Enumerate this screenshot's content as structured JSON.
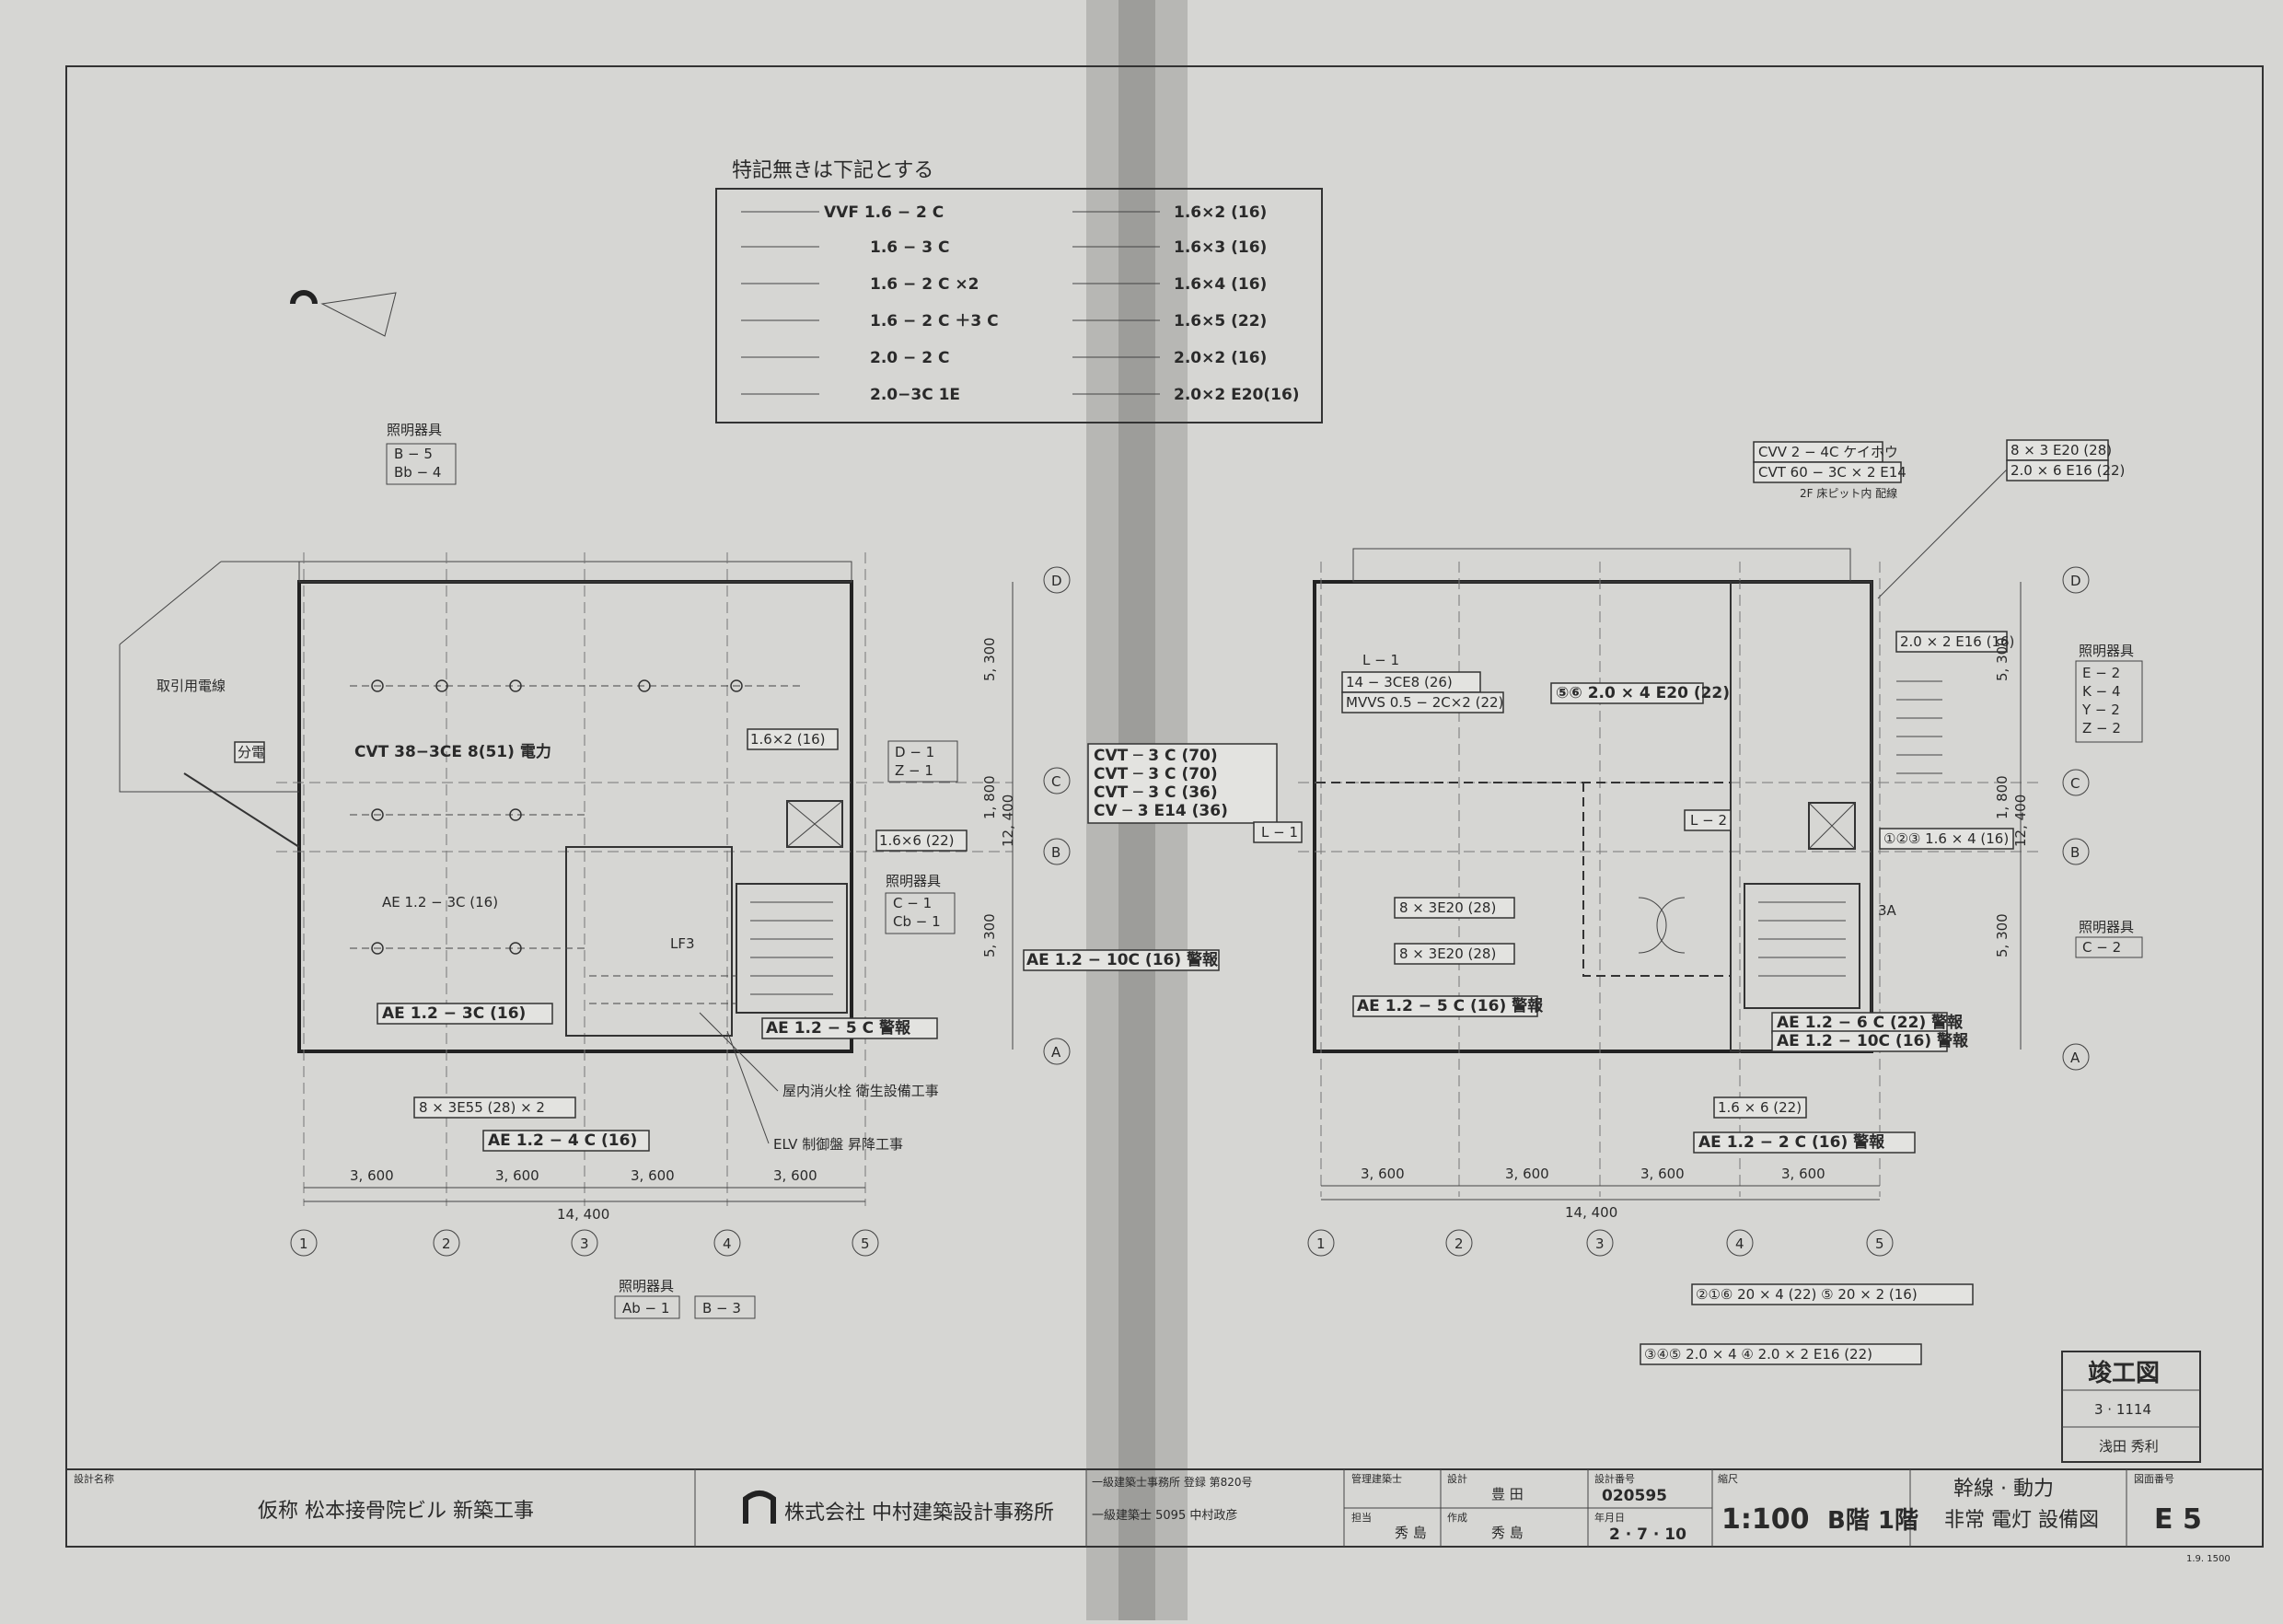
{
  "legend": {
    "title": "特記無きは下記とする",
    "left": [
      "VVF 1.6 − 2 C",
      "1.6 − 3 C",
      "1.6 − 2 C ×2",
      "1.6 − 2 C ＋3 C",
      "2.0 − 2 C",
      "2.0−3C 1E"
    ],
    "right": [
      "1.6×2 (16)",
      "1.6×3 (16)",
      "1.6×4 (16)",
      "1.6×5 (22)",
      "2.0×2 (16)",
      "2.0×2 E20(16)"
    ]
  },
  "left_plan": {
    "fixture_head_1": "照明器具",
    "fixtures_1": [
      "B − 5",
      "Bb − 4"
    ],
    "fixture_head_2": "照明器具",
    "fixtures_2": [
      "C − 1",
      "Cb − 1"
    ],
    "fixtures_3": [
      "D − 1",
      "Z − 1"
    ],
    "fixture_head_3": "照明器具",
    "fixtures_4": [
      "Ab − 1",
      "B − 3"
    ],
    "labels": {
      "hikikomi": "取引用電線",
      "cvt": "CVT 38−3CE 8(51) 電力",
      "wire16x2": "1.6×2 (16)",
      "wire16x6": "1.6×6 (22)",
      "ae1": "AE 1.2 − 3C (16)",
      "ae2": "AE 1.2 − 3C (16)",
      "ae3": "AE 1.2 − 10C (16) 警報",
      "ae4": "AE 1.2 − 5 C 警報",
      "ae5": "AE 1.2 − 4 C (16)",
      "w8x3": "8 × 3E55 (28) × 2",
      "note1": "屋内消火栓 衛生設備工事",
      "note2": "ELV 制御盤 昇降工事",
      "lf3": "LF3",
      "panel": "分電"
    },
    "dims": [
      "3, 600",
      "3, 600",
      "3, 600",
      "3, 600"
    ],
    "total": "14, 400",
    "rdims": [
      "5, 300",
      "1, 800",
      "5, 300",
      "12, 400"
    ]
  },
  "middle_boxes": [
    "CVT ─ 3 C (70)",
    "CVT ─ 3 C (70)",
    "CVT ─ 3 C (36)",
    "CV ─ 3 E14 (36)"
  ],
  "right_plan": {
    "cvv": "CVV 2 − 4C ケイホウ",
    "cvt2": "CVT 60 − 3C × 2 E14",
    "note_small": "2F 床ピット内 配線",
    "top_r1": "8 × 3 E20 (28)",
    "top_r2": "2.0 × 6 E16 (22)",
    "l1": "L − 1",
    "l1b": "L − 1",
    "l2": "L − 2",
    "w14": "14 − 3CE8 (26)",
    "mvvs": "MVVS 0.5 − 2C×2 (22)",
    "w56": "⑤⑥ 2.0 × 4 E20 (22)",
    "w20x2": "2.0 × 2 E16 (16)",
    "w8a": "8 × 3E20 (28)",
    "w8b": "8 × 3E20 (28)",
    "w123": "①②③ 1.6 × 4 (16)",
    "ae_a": "AE 1.2 − 5 C (16) 警報",
    "ae_b": "AE 1.2 − 6 C (22) 警報",
    "ae_c": "AE 1.2 − 10C (16) 警報",
    "ae_d": "AE 1.2 − 2 C (16) 警報",
    "w16x6": "1.6 × 6 (22)",
    "fixture_head": "照明器具",
    "fixtures": [
      "E − 2",
      "K − 4",
      "Y − 2",
      "Z − 2"
    ],
    "fixture_head_b": "照明器具",
    "fixtures_b": [
      "C − 2"
    ],
    "note3a": "3A",
    "dims": [
      "3, 600",
      "3, 600",
      "3, 600",
      "3, 600"
    ],
    "total": "14, 400",
    "rdims": [
      "5, 300",
      "1, 800",
      "5, 300",
      "12, 400"
    ],
    "box1": "②①⑥ 20 × 4 (22) ⑤ 20 × 2 (16)",
    "box2": "③④⑤ 2.0 × 4  ④ 2.0 × 2 E16 (22)"
  },
  "grid_letters": [
    "D",
    "C",
    "B",
    "A"
  ],
  "grid_numbers": [
    "1",
    "2",
    "3",
    "4",
    "5"
  ],
  "stamp": {
    "title": "竣工図",
    "no": "3 · 1114",
    "name": "浅田 秀利"
  },
  "title_block": {
    "project_label": "設計名称",
    "project": "仮称 松本接骨院ビル 新築工事",
    "office": "株式会社 中村建築設計事務所",
    "reg1": "一級建築士事務所 登録 第820号",
    "reg2": "一級建築士 5095 中村政彦",
    "manager_label": "管理建築士",
    "drawn_label": "担当",
    "drawn": "秀 島",
    "design_label": "設計",
    "design": "豊 田",
    "made_label": "作成",
    "made": "秀 島",
    "number_label": "設計番号",
    "number": "020595",
    "date_label": "年月日",
    "date": "2 · 7 · 10",
    "scale_label": "縮尺",
    "scale": "1:100",
    "title_line1": "B階  1階",
    "title_line2a": "幹線 · 動力",
    "title_line2b": "非常 電灯 設備図",
    "sheet_label": "図面番号",
    "sheet": "E 5",
    "footnote": "1.9. 1500"
  },
  "colors": {
    "paper": "#d6d6d3",
    "ink": "#2a2a2a"
  }
}
